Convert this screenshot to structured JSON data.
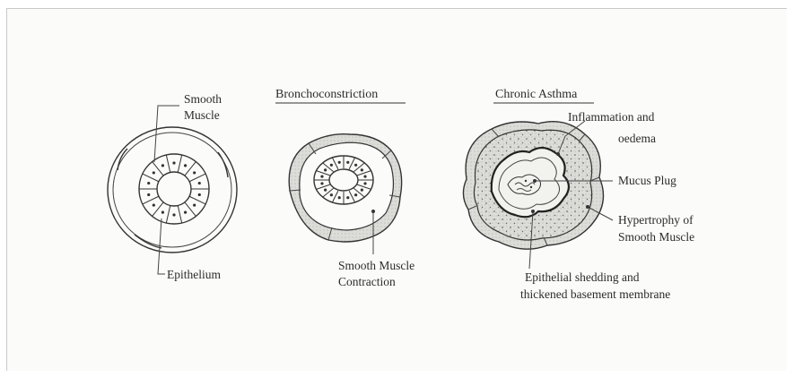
{
  "diagrams": {
    "normal": {
      "labels": {
        "smooth_muscle_1": "Smooth",
        "smooth_muscle_2": "Muscle",
        "epithelium": "Epithelium"
      }
    },
    "bronchoconstriction": {
      "title": "Bronchoconstriction",
      "labels": {
        "contraction_1": "Smooth Muscle",
        "contraction_2": "Contraction"
      }
    },
    "chronic_asthma": {
      "title": "Chronic Asthma",
      "labels": {
        "inflammation_1": "Inflammation and",
        "inflammation_2": "oedema",
        "mucus": "Mucus Plug",
        "hypertrophy_1": "Hypertrophy of",
        "hypertrophy_2": "Smooth Muscle",
        "shedding_1": "Epithelial shedding and",
        "shedding_2": "thickened basement membrane"
      }
    }
  },
  "colors": {
    "ink": "#333333",
    "muscle_shade": "#d9d9d6",
    "background": "#fbfbfa"
  }
}
